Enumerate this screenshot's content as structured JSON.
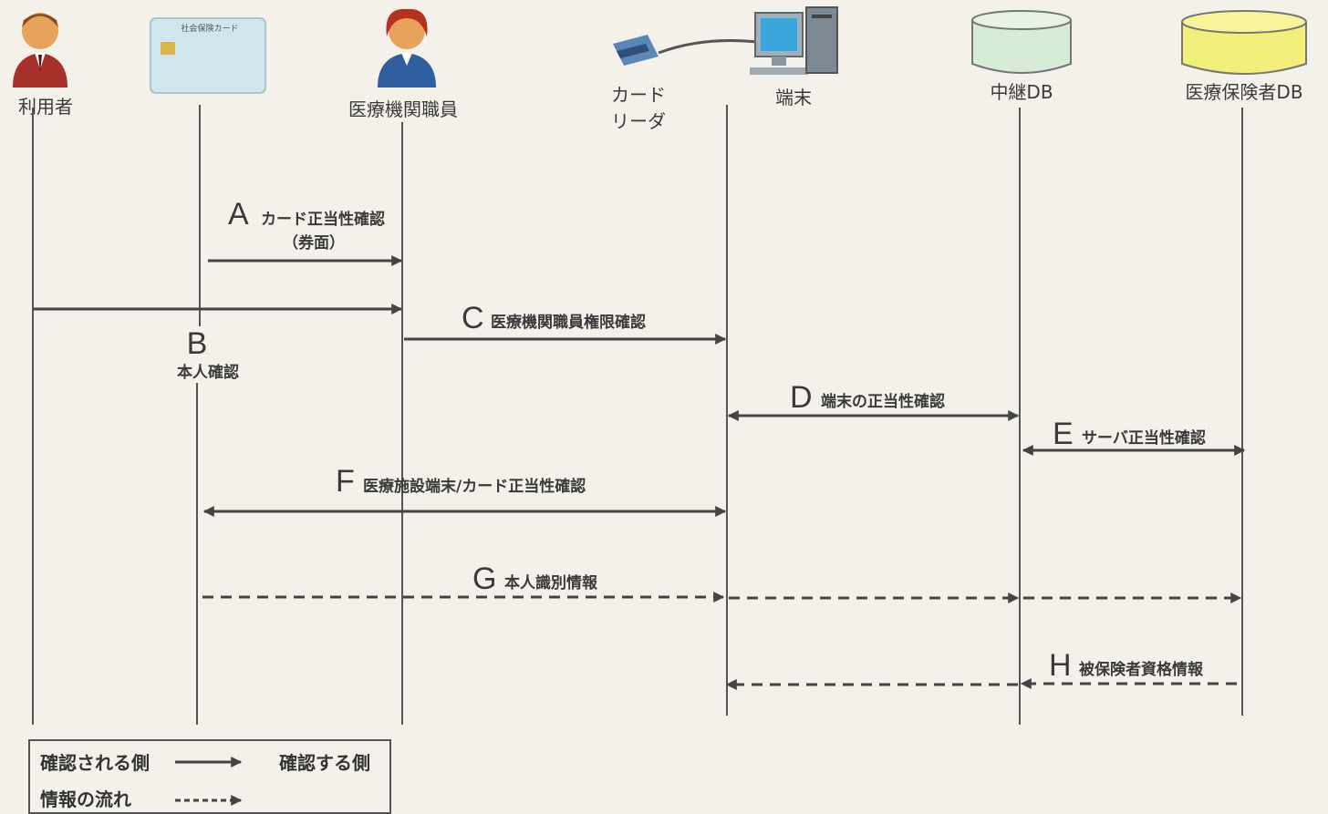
{
  "actors": {
    "user": "利用者",
    "card_text": "社会保険カード",
    "staff": "医療機関職員",
    "reader_line1": "カード",
    "reader_line2": "リーダ",
    "terminal": "端末",
    "relay_db": "中継DB",
    "insurer_db": "医療保険者DB"
  },
  "messages": {
    "A": {
      "letter": "A",
      "text": "カード正当性確認",
      "sub": "（券面）"
    },
    "B": {
      "letter": "B",
      "text": "本人確認"
    },
    "C": {
      "letter": "C",
      "text": "医療機関職員権限確認"
    },
    "D": {
      "letter": "D",
      "text": "端末の正当性確認"
    },
    "E": {
      "letter": "E",
      "text": "サーバ正当性確認"
    },
    "F": {
      "letter": "F",
      "text": "医療施設端末/カード正当性確認"
    },
    "G": {
      "letter": "G",
      "text": "本人識別情報"
    },
    "H": {
      "letter": "H",
      "text": "被保険者資格情報"
    }
  },
  "legend": {
    "verified_side": "確認される側",
    "verifier_side": "確認する側",
    "info_flow": "情報の流れ"
  },
  "colors": {
    "background": "#f4f1ea",
    "line": "#444444",
    "relay_db_fill": "#d6ecd6",
    "insurer_db_fill": "#f2ef7a",
    "card_fill": "#cfe6ec",
    "user_suit": "#a8302a",
    "staff_suit": "#2f5f9e"
  }
}
